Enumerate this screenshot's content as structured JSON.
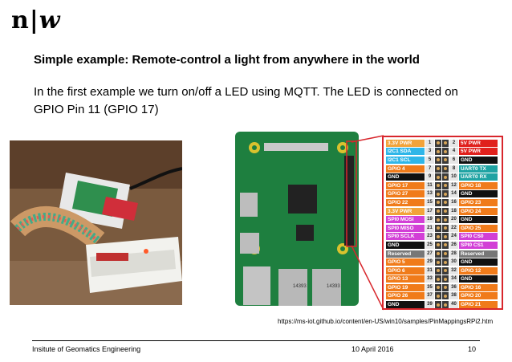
{
  "logo": {
    "left": "n",
    "sep": "|",
    "right": "w"
  },
  "slide": {
    "title": "Simple example: Remote-control a light from anywhere in the world",
    "body": "In the first example we turn on/off a LED using MQTT. The LED is connected on GPIO Pin 11 (GPIO 17)",
    "source_url": "https://ms-iot.github.io/content/en-US/win10/samples/PinMappingsRPi2.htm"
  },
  "pins": [
    {
      "l": "3.3V PWR",
      "ln": "1",
      "lc": "#f2a33a",
      "r": "5V PWR",
      "rn": "2",
      "rc": "#e0201c"
    },
    {
      "l": "I2C1 SDA",
      "ln": "3",
      "lc": "#2fb6e8",
      "r": "5V PWR",
      "rn": "4",
      "rc": "#e0201c"
    },
    {
      "l": "I2C1 SCL",
      "ln": "5",
      "lc": "#2fb6e8",
      "r": "GND",
      "rn": "6",
      "rc": "#111111"
    },
    {
      "l": "GPIO 4",
      "ln": "7",
      "lc": "#f07b1a",
      "r": "UART0 TX",
      "rn": "8",
      "rc": "#1fa3a3"
    },
    {
      "l": "GND",
      "ln": "9",
      "lc": "#111111",
      "r": "UART0 RX",
      "rn": "10",
      "rc": "#1fa3a3"
    },
    {
      "l": "GPIO 17",
      "ln": "11",
      "lc": "#f07b1a",
      "r": "GPIO 18",
      "rn": "12",
      "rc": "#f07b1a"
    },
    {
      "l": "GPIO 27",
      "ln": "13",
      "lc": "#f07b1a",
      "r": "GND",
      "rn": "14",
      "rc": "#111111"
    },
    {
      "l": "GPIO 22",
      "ln": "15",
      "lc": "#f07b1a",
      "r": "GPIO 23",
      "rn": "16",
      "rc": "#f07b1a"
    },
    {
      "l": "3.3V PWR",
      "ln": "17",
      "lc": "#f2a33a",
      "r": "GPIO 24",
      "rn": "18",
      "rc": "#f07b1a"
    },
    {
      "l": "SPI0 MOSI",
      "ln": "19",
      "lc": "#d23fd6",
      "r": "GND",
      "rn": "20",
      "rc": "#111111"
    },
    {
      "l": "SPI0 MISO",
      "ln": "21",
      "lc": "#d23fd6",
      "r": "GPIO 25",
      "rn": "22",
      "rc": "#f07b1a"
    },
    {
      "l": "SPI0 SCLK",
      "ln": "23",
      "lc": "#d23fd6",
      "r": "SPI0 CS0",
      "rn": "24",
      "rc": "#d23fd6"
    },
    {
      "l": "GND",
      "ln": "25",
      "lc": "#111111",
      "r": "SPI0 CS1",
      "rn": "26",
      "rc": "#d23fd6"
    },
    {
      "l": "Reserved",
      "ln": "27",
      "lc": "#777777",
      "r": "Reserved",
      "rn": "28",
      "rc": "#777777"
    },
    {
      "l": "GPIO 5",
      "ln": "29",
      "lc": "#f07b1a",
      "r": "GND",
      "rn": "30",
      "rc": "#111111"
    },
    {
      "l": "GPIO 6",
      "ln": "31",
      "lc": "#f07b1a",
      "r": "GPIO 12",
      "rn": "32",
      "rc": "#f07b1a"
    },
    {
      "l": "GPIO 13",
      "ln": "33",
      "lc": "#f07b1a",
      "r": "GND",
      "rn": "34",
      "rc": "#111111"
    },
    {
      "l": "GPIO 19",
      "ln": "35",
      "lc": "#f07b1a",
      "r": "GPIO 16",
      "rn": "36",
      "rc": "#f07b1a"
    },
    {
      "l": "GPIO 26",
      "ln": "37",
      "lc": "#f07b1a",
      "r": "GPIO 20",
      "rn": "38",
      "rc": "#f07b1a"
    },
    {
      "l": "GND",
      "ln": "39",
      "lc": "#111111",
      "r": "GPIO 21",
      "rn": "40",
      "rc": "#f07b1a"
    }
  ],
  "footer": {
    "institute": "Insitute of Geomatics Engineering",
    "date": "10 April 2016",
    "page": "10"
  }
}
